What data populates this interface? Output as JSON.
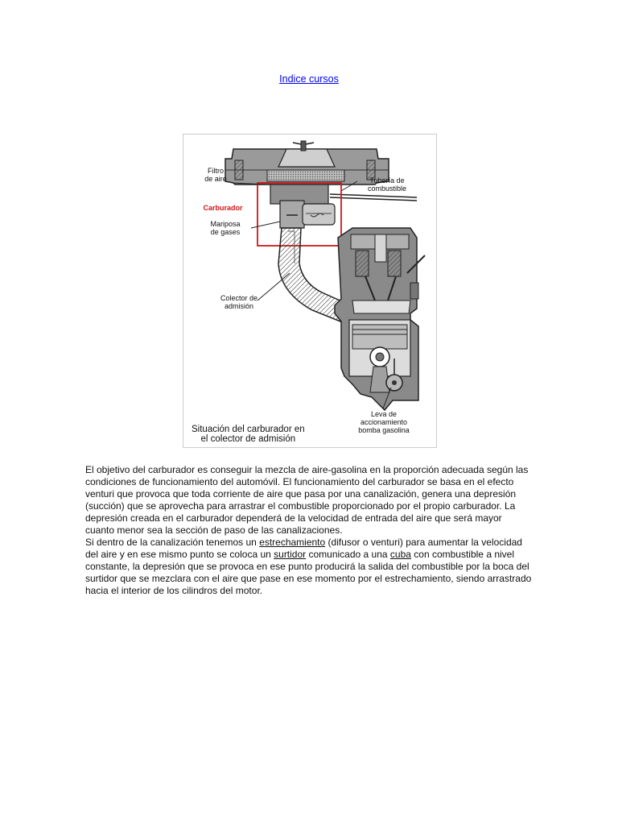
{
  "nav": {
    "index_link": "Indice cursos"
  },
  "figure": {
    "labels": {
      "filtro": [
        "Filtro",
        "de aire"
      ],
      "tuberia": [
        "Tubería de",
        "combustible"
      ],
      "carburador": "Carburador",
      "mariposa": [
        "Mariposa",
        "de gases"
      ],
      "colector": [
        "Colector de",
        "admisión"
      ],
      "leva": [
        "Leva de",
        "accionamiento",
        "bomba gasolina"
      ]
    },
    "caption": [
      "Situación del carburador en",
      "el colector de admisión"
    ]
  },
  "text": {
    "p1": "El objetivo del carburador es conseguir la mezcla de aire-gasolina en la proporción adecuada según las condiciones de funcionamiento del automóvil. El funcionamiento del carburador se basa en el efecto venturi que provoca que toda corriente de aire que pasa por una canalización, genera una depresión (succión) que se aprovecha para arrastrar el combustible proporcionado por el propio carburador. La depresión creada en el carburador dependerá de la velocidad de entrada del aire que será mayor cuanto menor sea la sección de paso de las canalizaciones.",
    "p2": {
      "a": "Si dentro de la canalización tenemos un ",
      "estrechamiento": "estrechamiento",
      "b": " (difusor o venturi) para aumentar la velocidad del aire y en ese mismo punto se coloca un ",
      "surtidor": "surtidor",
      "c": " comunicado a una ",
      "cuba": "cuba",
      "d": " con combustible a nivel constante, la depresión que se provoca en ese punto producirá la salida del combustible por la boca del surtidor que se mezclara con el aire que pase en ese momento por el estrechamiento, siendo arrastrado hacia el interior de los cilindros del motor."
    }
  },
  "colors": {
    "link": "#0000ee",
    "highlight_red": "#d01818"
  }
}
